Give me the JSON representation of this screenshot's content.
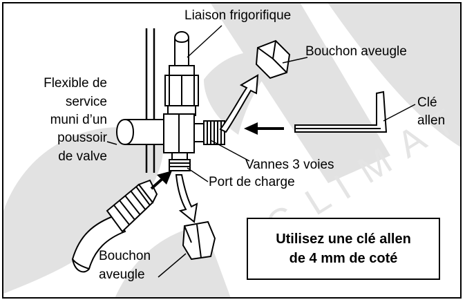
{
  "labels": {
    "liaison": "Liaison frigorifique",
    "bouchon_top": "Bouchon aveugle",
    "flexible": [
      "Flexible de",
      "service",
      "muni d’un",
      "poussoir",
      "de valve"
    ],
    "cle": [
      "Clé",
      "allen"
    ],
    "vannes": "Vannes 3 voies",
    "port": "Port de charge",
    "bouchon_bottom": [
      "Bouchon",
      "aveugle"
    ]
  },
  "note": {
    "line1": "Utilisez une clé allen",
    "line2": "de 4 mm de coté"
  },
  "colors": {
    "watermark": "#e2e2e2",
    "ink": "#000000"
  }
}
